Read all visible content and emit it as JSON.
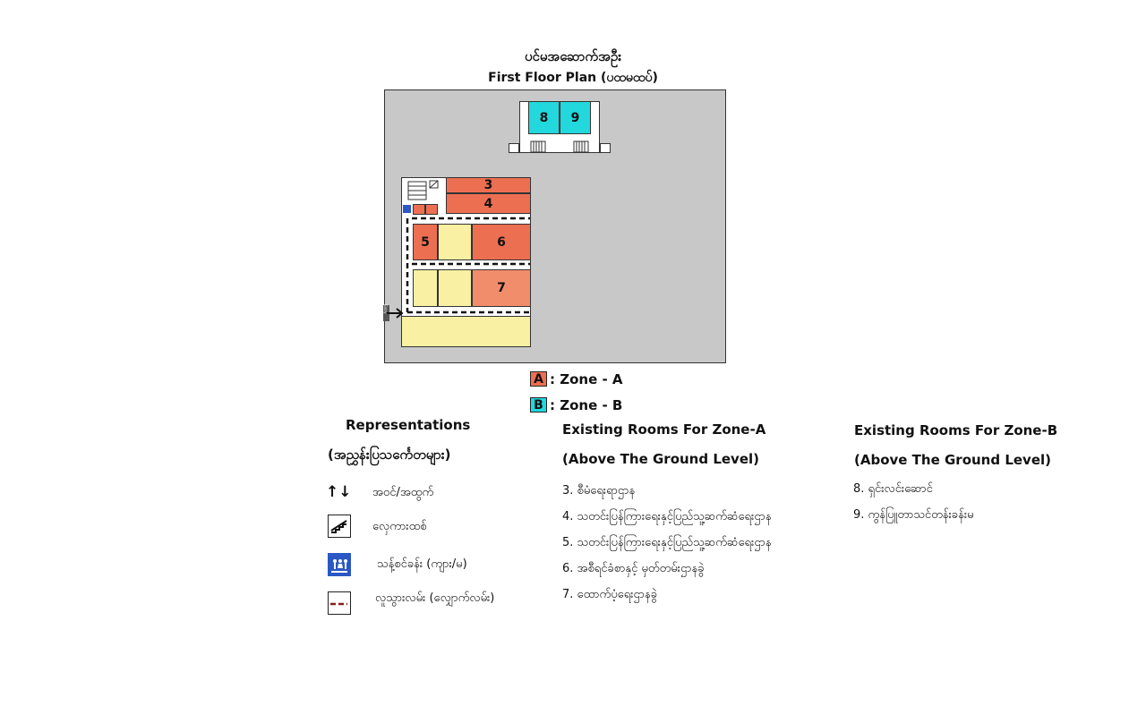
{
  "title_mm": "ပင်မအဆောက်အဦး",
  "title_en": "First Floor Plan (ပထမထပ်)",
  "rooms": [
    {
      "id": "8",
      "zone": "B"
    },
    {
      "id": "9",
      "zone": "B"
    },
    {
      "id": "3",
      "zone": "A"
    },
    {
      "id": "4",
      "zone": "A"
    },
    {
      "id": "5",
      "zone": "A"
    },
    {
      "id": "6",
      "zone": "A"
    },
    {
      "id": "7",
      "zone": "A"
    }
  ],
  "entry_label": "Entry",
  "lift_label": "Lift",
  "zone_legend": [
    {
      "letter": "A",
      "text": ":  Zone - A",
      "color": "#ec6f52"
    },
    {
      "letter": "B",
      "text": ":  Zone - B",
      "color": "#22d8dc"
    }
  ],
  "representations": {
    "title": "Representations",
    "subtitle": "(အညွှန်းပြသင်္ကေတများ)",
    "items": [
      {
        "icon": "arrow-up-down-icon",
        "symbol": "↑↓",
        "label": "အဝင်/အထွက်"
      },
      {
        "icon": "stairs-icon",
        "label": "လှေကားထစ်"
      },
      {
        "icon": "restroom-icon",
        "label": "သန့်စင်ခန်း (ကျား/မ)"
      },
      {
        "icon": "walkway-icon",
        "label": "လူသွားလမ်း (လျှောက်လမ်း)"
      }
    ]
  },
  "zone_a": {
    "title": "Existing Rooms For Zone-A",
    "subtitle": "(Above The Ground Level)",
    "items": [
      "3. စီမံရေးရာဌာန",
      "4. သတင်းပြန်ကြားရေးနှင့်ပြည်သူ့ဆက်ဆံရေးဌာန",
      "5. သတင်းပြန်ကြားရေးနှင့်ပြည်သူ့ဆက်ဆံရေးဌာန",
      "6. အစီရင်ခံစာနှင့် မှတ်တမ်းဌာနခွဲ",
      "7. ထောက်ပံ့ရေးဌာနခွဲ"
    ]
  },
  "zone_b": {
    "title": "Existing Rooms For Zone-B",
    "subtitle": "(Above The Ground Level)",
    "items": [
      "8. ရှင်းလင်းဆောင်",
      "9. ကွန်ပြူတာသင်တန်းခန်းမ"
    ]
  }
}
